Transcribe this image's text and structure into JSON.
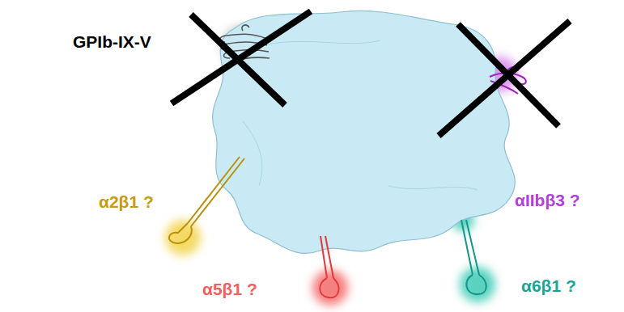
{
  "diagram": {
    "labels": [
      "GPIb-IX-V",
      "αIIbβ3 ?",
      "α2β1 ?",
      "α5β1 ?",
      "α6β1 ?"
    ]
  }
}
